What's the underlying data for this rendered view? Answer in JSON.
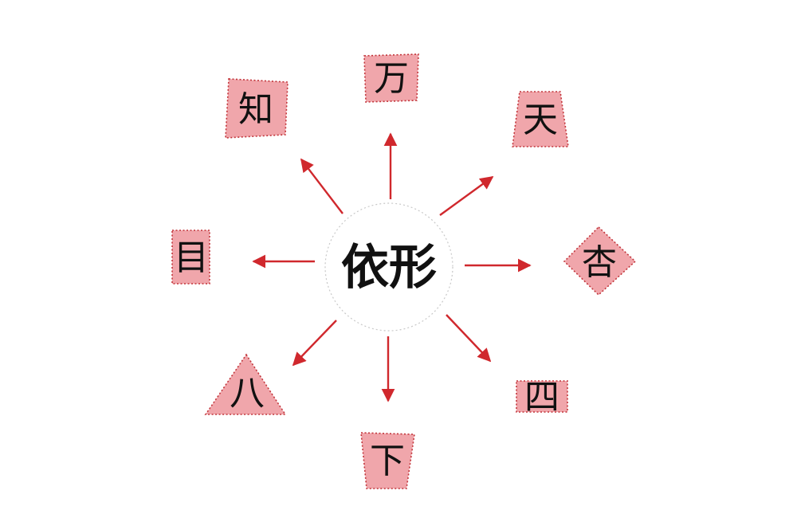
{
  "center": {
    "label": "依形"
  },
  "colors": {
    "shape_fill": "#f0a6ab",
    "shape_border": "#c2353b",
    "arrow": "#d0282d",
    "center_border": "#c8c8c8",
    "text": "#111111"
  },
  "nodes": [
    {
      "id": "zhi",
      "char": "知",
      "shape": "trapezoid-skewed"
    },
    {
      "id": "wan",
      "char": "万",
      "shape": "quadrilateral"
    },
    {
      "id": "tian",
      "char": "天",
      "shape": "trapezoid"
    },
    {
      "id": "mu",
      "char": "目",
      "shape": "tall-rectangle"
    },
    {
      "id": "xing",
      "char": "杏",
      "shape": "diamond"
    },
    {
      "id": "ba",
      "char": "八",
      "shape": "triangle"
    },
    {
      "id": "xia",
      "char": "下",
      "shape": "inverted-trapezoid"
    },
    {
      "id": "si",
      "char": "四",
      "shape": "wide-rectangle"
    }
  ]
}
